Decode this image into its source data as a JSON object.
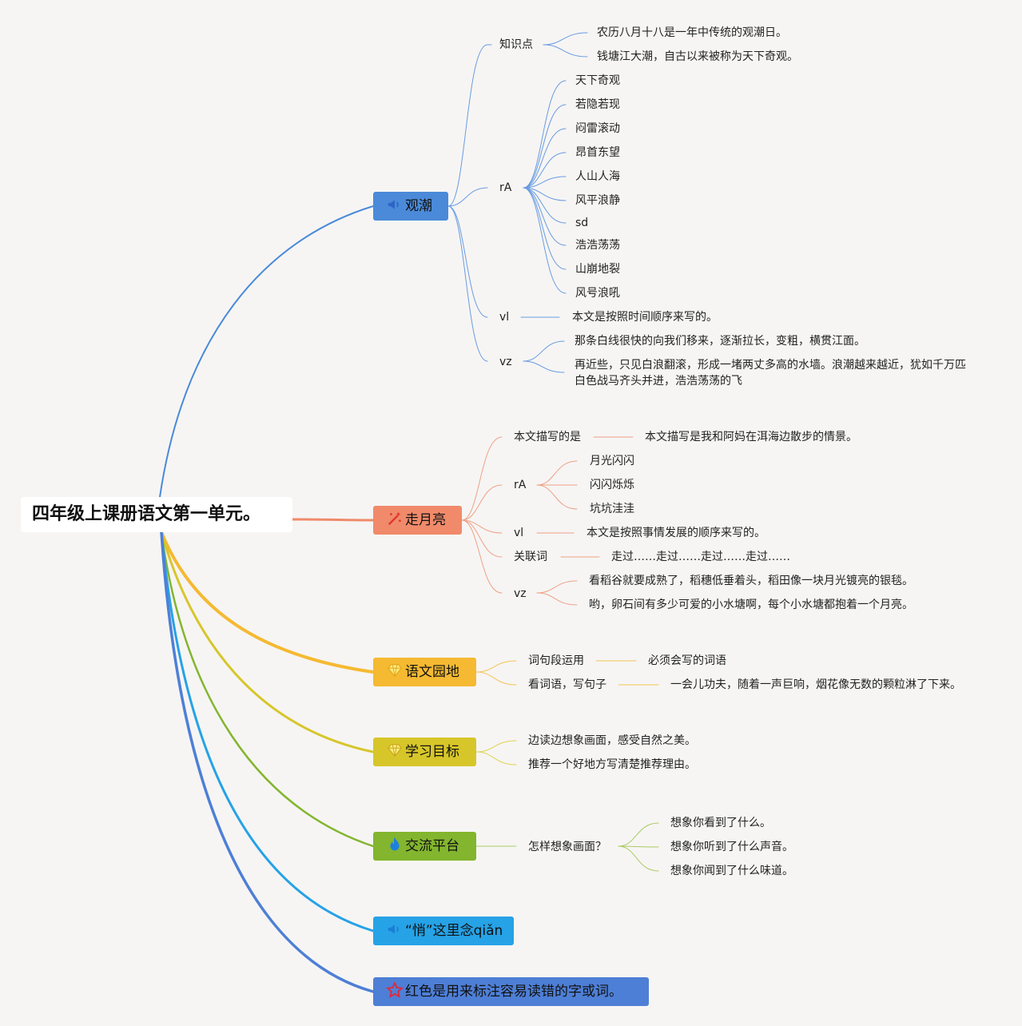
{
  "title": "四年级上课册语文第一单元。",
  "colors": {
    "b1": "#4a8ad8",
    "b2": "#f08a6a",
    "b3": "#f5b932",
    "b4": "#d7c62a",
    "b5": "#83b52e",
    "b6": "#26a2e6",
    "b7": "#4e7fd6",
    "line1": "#6a9be0",
    "line2": "#f0a085",
    "line3": "#f4c455",
    "line4": "#e0d24f",
    "line5": "#a9cb63"
  },
  "branches": [
    {
      "label": "观潮",
      "icon": "megaphone-icon",
      "subs": [
        {
          "label": "知识点",
          "leaves": [
            "农历八月十八是一年中传统的观潮日。",
            "钱塘江大潮，自古以来被称为天下奇观。"
          ]
        },
        {
          "label": "rA",
          "leaves": [
            "天下奇观",
            "若隐若现",
            "闷雷滚动",
            "昂首东望",
            "人山人海",
            "风平浪静",
            "sd",
            "浩浩荡荡",
            "山崩地裂",
            "风号浪吼"
          ]
        },
        {
          "label": "vl",
          "leaves": [
            "本文是按照时间顺序来写的。"
          ]
        },
        {
          "label": "vz",
          "leaves": [
            "那条白线很快的向我们移来，逐渐拉长，变粗，横贯江面。",
            "再近些，只见白浪翻滚，形成一堵两丈多高的水墙。浪潮越来越近，犹如千万匹白色战马齐头并进，浩浩荡荡的飞"
          ]
        }
      ]
    },
    {
      "label": "走月亮",
      "icon": "magic-wand-icon",
      "subs": [
        {
          "label": "本文描写的是",
          "leaves": [
            "本文描写是我和阿妈在洱海边散步的情景。"
          ]
        },
        {
          "label": "rA",
          "leaves": [
            "月光闪闪",
            "闪闪烁烁",
            "坑坑洼洼"
          ]
        },
        {
          "label": "vl",
          "leaves": [
            "本文是按照事情发展的顺序来写的。"
          ]
        },
        {
          "label": "关联词",
          "leaves": [
            "走过……走过……走过……走过……"
          ]
        },
        {
          "label": "vz",
          "leaves": [
            "看稻谷就要成熟了，稻穗低垂着头，稻田像一块月光镀亮的银毯。",
            "哟，卵石间有多少可爱的小水塘啊，每个小水塘都抱着一个月亮。"
          ]
        }
      ]
    },
    {
      "label": "语文园地",
      "icon": "diamond-icon",
      "subs": [
        {
          "label": "词句段运用",
          "leaves": [
            "必须会写的词语"
          ]
        },
        {
          "label": "看词语，写句子",
          "leaves": [
            "一会儿功夫，随着一声巨响，烟花像无数的颗粒淋了下来。"
          ]
        }
      ]
    },
    {
      "label": "学习目标",
      "icon": "diamond-icon",
      "leaves": [
        "边读边想象画面，感受自然之美。",
        "推荐一个好地方写清楚推荐理由。"
      ]
    },
    {
      "label": "交流平台",
      "icon": "flame-icon",
      "subs": [
        {
          "label": "怎样想象画面？",
          "leaves": [
            "想象你看到了什么。",
            "想象你听到了什么声音。",
            "想象你闻到了什么味道。"
          ]
        }
      ]
    },
    {
      "label": "“悄”这里念qiǎn",
      "icon": "megaphone-icon"
    },
    {
      "label": "红色是用来标注容易读错的字或词。",
      "icon": "star-icon"
    }
  ]
}
